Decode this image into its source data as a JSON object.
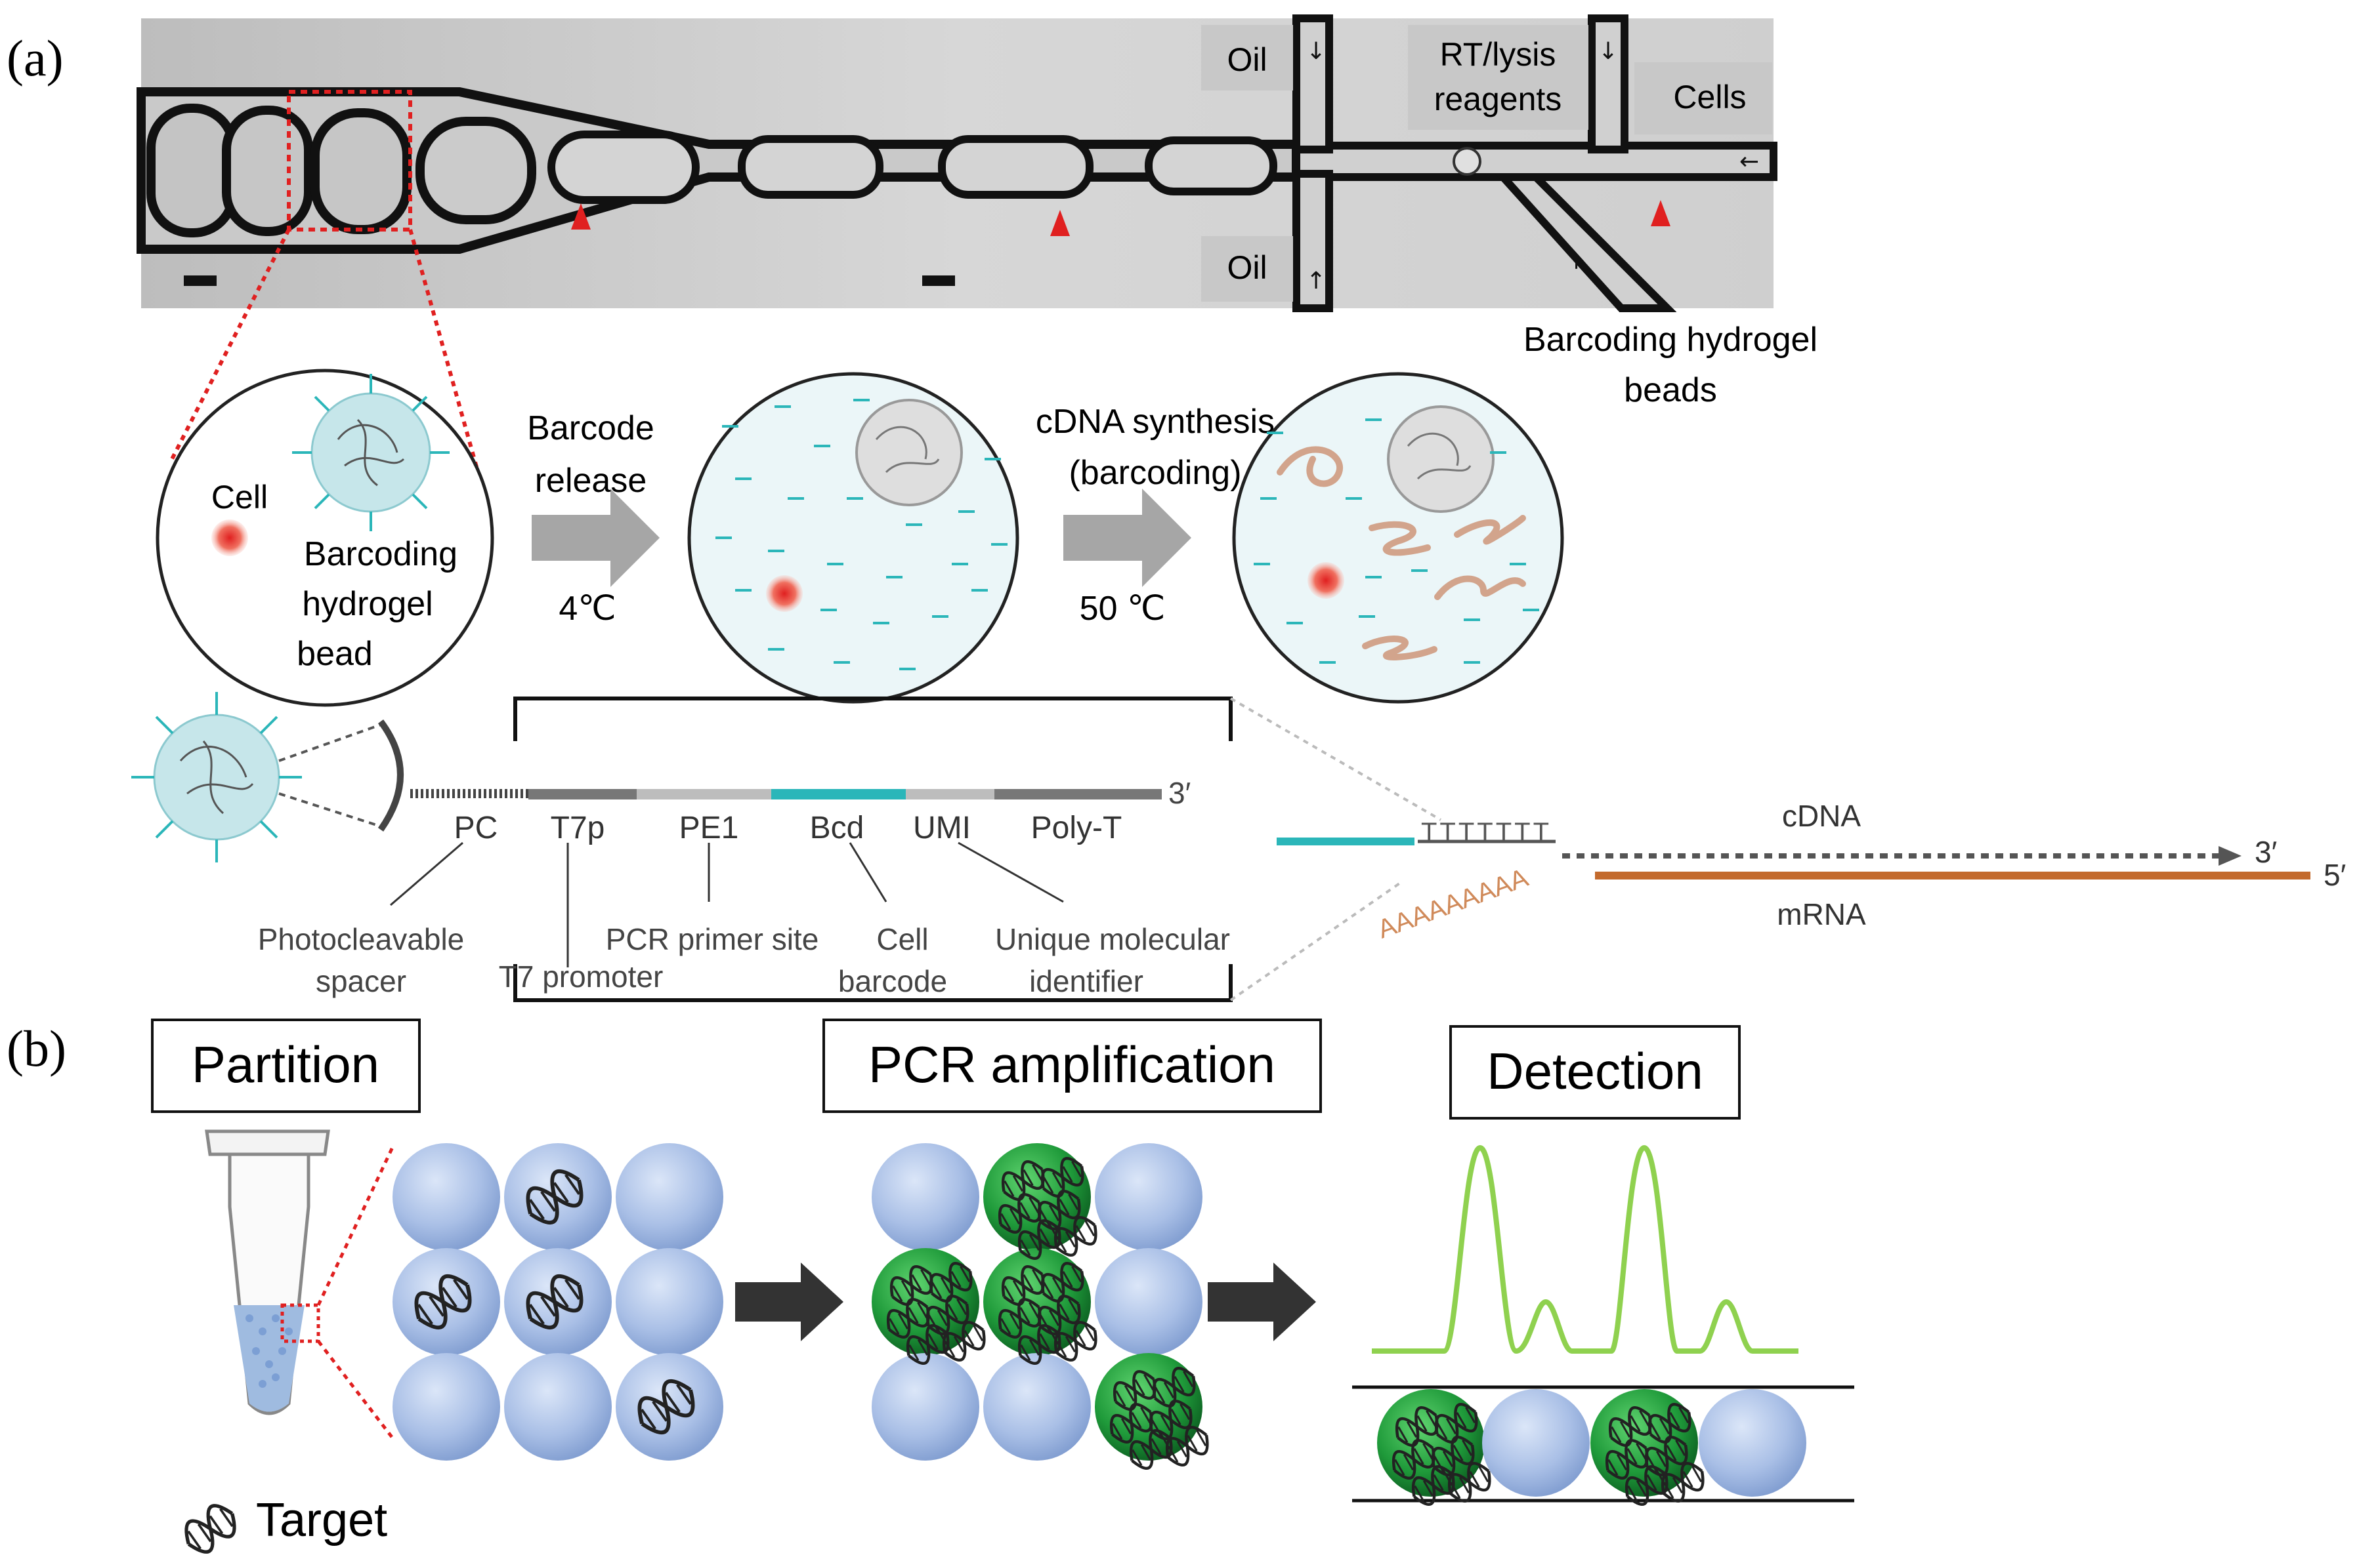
{
  "panel_a": {
    "label": "(a)",
    "microscopy": {
      "oil_top": "Oil",
      "oil_bottom": "Oil",
      "rt_lysis_line1": "RT/lysis",
      "rt_lysis_line2": "reagents",
      "cells": "Cells",
      "hydrogel_line1": "Barcoding hydrogel",
      "hydrogel_line2": "beads"
    },
    "droplet_steps": {
      "cell": "Cell",
      "bead_line1": "Barcoding",
      "bead_line2": "hydrogel",
      "bead_line3": "bead",
      "release_line1": "Barcode",
      "release_line2": "release",
      "release_temp": "4℃",
      "synthesis_line1": "cDNA synthesis",
      "synthesis_line2": "(barcoding)",
      "synthesis_temp": "50 ℃"
    },
    "construct": {
      "three_prime": "3′",
      "segments": [
        "PC",
        "T7p",
        "PE1",
        "Bcd",
        "UMI",
        "Poly-T"
      ],
      "descriptions": {
        "pc": [
          "Photocleavable",
          "spacer"
        ],
        "t7": "T7 promoter",
        "pe1": "PCR primer site",
        "bcd": [
          "Cell",
          "barcode"
        ],
        "umi": [
          "Unique molecular",
          "identifier"
        ]
      },
      "cdna": "cDNA",
      "cdna_end": "3′",
      "mrna": "mRNA",
      "mrna_end": "5′",
      "poly_a": "AAAAAAAAA",
      "poly_t": "TTTTTTT"
    }
  },
  "panel_b": {
    "label": "(b)",
    "partition": "Partition",
    "pcr": "PCR amplification",
    "detection": "Detection",
    "target": "Target"
  },
  "colors": {
    "teal": "#2bb6b9",
    "bead_fill": "#c6e6ea",
    "cdna_brown": "#d2a48c",
    "mrna_orange": "#c36a2d",
    "red_marker": "#e02020",
    "drop_blue": "#a9bfe6",
    "drop_green": "#1f9a3a",
    "peak_green": "#8fd14f"
  }
}
